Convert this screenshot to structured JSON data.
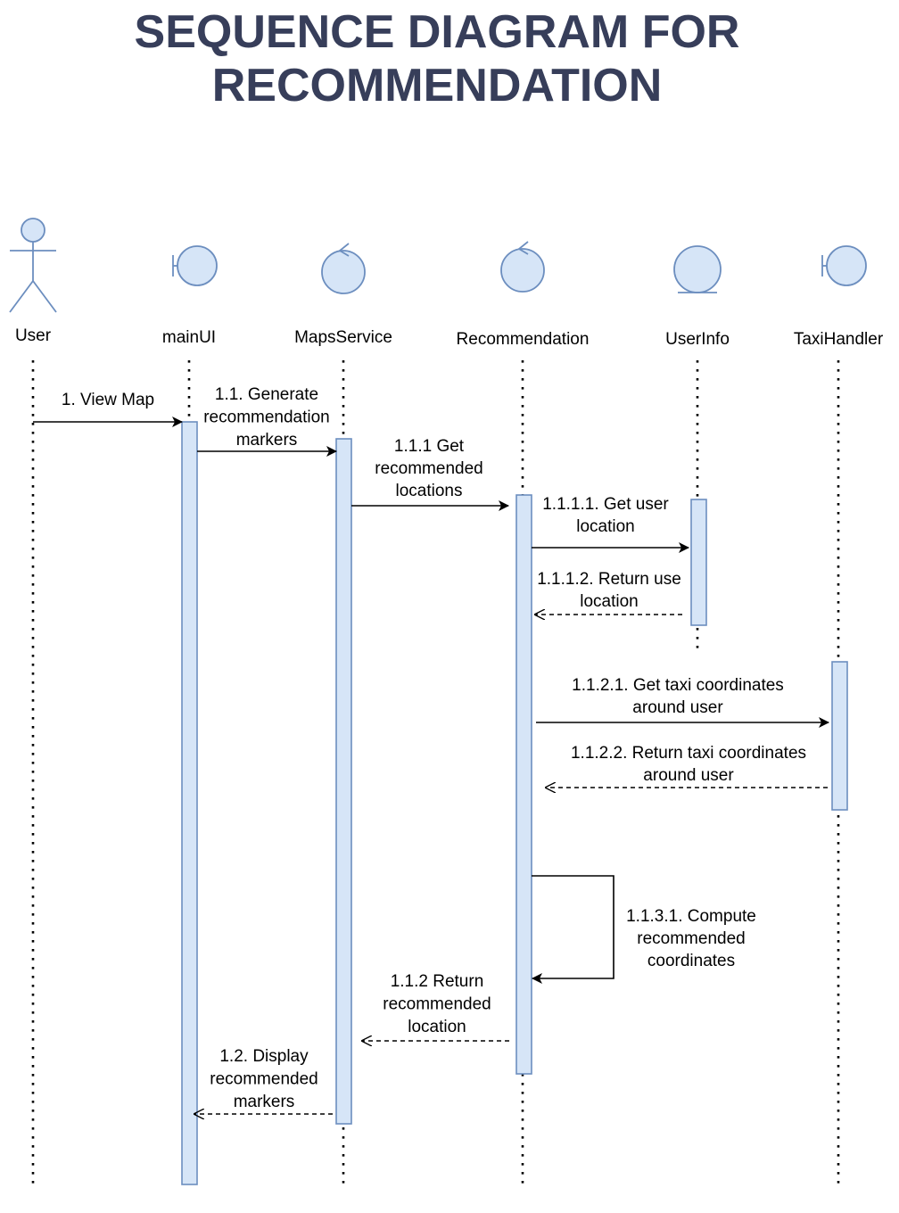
{
  "title": {
    "line1": "SEQUENCE DIAGRAM FOR",
    "line2": "RECOMMENDATION"
  },
  "colors": {
    "title": "#373e5a",
    "icon_fill": "#d6e5f7",
    "icon_stroke": "#6c8ebf",
    "activation_fill": "#d6e5f7",
    "activation_stroke": "#6c8ebf",
    "line": "#000000"
  },
  "participants": [
    {
      "id": "user",
      "label": "User",
      "icon": "actor-icon"
    },
    {
      "id": "mainui",
      "label": "mainUI",
      "icon": "boundary-icon"
    },
    {
      "id": "mapsservice",
      "label": "MapsService",
      "icon": "control-icon"
    },
    {
      "id": "recommendation",
      "label": "Recommendation",
      "icon": "control-icon"
    },
    {
      "id": "userinfo",
      "label": "UserInfo",
      "icon": "entity-icon"
    },
    {
      "id": "taxihandler",
      "label": "TaxiHandler",
      "icon": "boundary-icon"
    }
  ],
  "messages": [
    {
      "id": "m1",
      "from": "user",
      "to": "mainui",
      "kind": "sync",
      "lines": [
        "1. View Map"
      ]
    },
    {
      "id": "m1_1",
      "from": "mainui",
      "to": "mapsservice",
      "kind": "sync",
      "lines": [
        "1.1. Generate",
        "recommendation",
        "markers"
      ]
    },
    {
      "id": "m1_1_1",
      "from": "mapsservice",
      "to": "recommendation",
      "kind": "sync",
      "lines": [
        "1.1.1 Get",
        "recommended",
        "locations"
      ]
    },
    {
      "id": "m1_1_1_1",
      "from": "recommendation",
      "to": "userinfo",
      "kind": "sync",
      "lines": [
        "1.1.1.1. Get user",
        "location"
      ]
    },
    {
      "id": "m1_1_1_2",
      "from": "userinfo",
      "to": "recommendation",
      "kind": "return",
      "lines": [
        "1.1.1.2. Return use",
        "location"
      ]
    },
    {
      "id": "m1_1_2_1",
      "from": "recommendation",
      "to": "taxihandler",
      "kind": "sync",
      "lines": [
        "1.1.2.1. Get taxi coordinates",
        "around user"
      ]
    },
    {
      "id": "m1_1_2_2",
      "from": "taxihandler",
      "to": "recommendation",
      "kind": "return",
      "lines": [
        "1.1.2.2. Return taxi coordinates",
        "around user"
      ]
    },
    {
      "id": "m1_1_3_1",
      "from": "recommendation",
      "to": "recommendation",
      "kind": "self",
      "lines": [
        "1.1.3.1. Compute",
        "recommended",
        "coordinates"
      ]
    },
    {
      "id": "m1_1_2",
      "from": "recommendation",
      "to": "mapsservice",
      "kind": "return",
      "lines": [
        "1.1.2 Return",
        "recommended",
        "location"
      ]
    },
    {
      "id": "m1_2",
      "from": "mapsservice",
      "to": "mainui",
      "kind": "return",
      "lines": [
        "1.2. Display",
        "recommended",
        "markers"
      ]
    }
  ]
}
